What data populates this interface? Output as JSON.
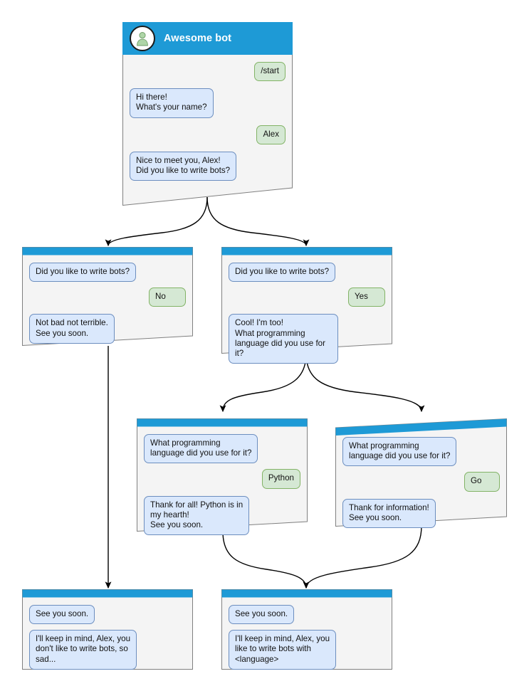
{
  "diagram": {
    "title": "Awesome bot conversation flow",
    "type": "bot-dialog-flowchart",
    "colors": {
      "header_blue": "#1e9ad6",
      "node_body": "#f4f4f4",
      "node_border": "#808080",
      "bot_bubble_fill": "#dae8fc",
      "bot_bubble_border": "#6c8ebf",
      "user_bubble_fill": "#d5e8d4",
      "user_bubble_border": "#82b366",
      "edge_stroke": "#000000",
      "avatar_person": "#aed5a7"
    }
  },
  "nodes": [
    {
      "id": "start",
      "name": "start-node",
      "has_avatar": true,
      "bot_name": "Awesome bot",
      "messages": [
        {
          "from": "user",
          "text": "/start"
        },
        {
          "from": "bot",
          "text": "Hi there!\nWhat's your name?"
        },
        {
          "from": "user",
          "text": "Alex"
        },
        {
          "from": "bot",
          "text": "Nice to meet you, Alex!\nDid you like to write bots?"
        }
      ]
    },
    {
      "id": "answer-no",
      "name": "answer-no-node",
      "has_avatar": false,
      "bot_name": "",
      "messages": [
        {
          "from": "bot",
          "text": "Did you like to write bots?"
        },
        {
          "from": "user",
          "text": "No"
        },
        {
          "from": "bot",
          "text": "Not bad not terrible.\nSee you soon."
        }
      ]
    },
    {
      "id": "answer-yes",
      "name": "answer-yes-node",
      "has_avatar": false,
      "bot_name": "",
      "messages": [
        {
          "from": "bot",
          "text": "Did you like to write bots?"
        },
        {
          "from": "user",
          "text": "Yes"
        },
        {
          "from": "bot",
          "text": "Cool! I'm too!\nWhat programming\nlanguage did you use for it?"
        }
      ]
    },
    {
      "id": "lang-python",
      "name": "language-python-node",
      "has_avatar": false,
      "bot_name": "",
      "messages": [
        {
          "from": "bot",
          "text": "What programming\nlanguage did you use for it?"
        },
        {
          "from": "user",
          "text": "Python"
        },
        {
          "from": "bot",
          "text": "Thank for all! Python is in\nmy hearth!\nSee you soon."
        }
      ]
    },
    {
      "id": "lang-go",
      "name": "language-go-node",
      "has_avatar": false,
      "bot_name": "",
      "messages": [
        {
          "from": "bot",
          "text": "What programming\nlanguage did you use for it?"
        },
        {
          "from": "user",
          "text": "Go"
        },
        {
          "from": "bot",
          "text": "Thank for information!\nSee you soon."
        }
      ]
    },
    {
      "id": "end-sad",
      "name": "end-sad-node",
      "has_avatar": false,
      "bot_name": "",
      "messages": [
        {
          "from": "bot",
          "text": "See you soon."
        },
        {
          "from": "bot",
          "text": "I'll keep in mind, Alex, you\ndon't like to write bots, so\nsad..."
        }
      ]
    },
    {
      "id": "end-happy",
      "name": "end-happy-node",
      "has_avatar": false,
      "bot_name": "",
      "messages": [
        {
          "from": "bot",
          "text": "See you soon."
        },
        {
          "from": "bot",
          "text": "I'll keep in mind, Alex, you\nlike to write bots with\n<language>"
        }
      ]
    }
  ],
  "edges": [
    {
      "name": "edge-start-to-no",
      "from": "start",
      "to": "answer-no"
    },
    {
      "name": "edge-start-to-yes",
      "from": "start",
      "to": "answer-yes"
    },
    {
      "name": "edge-no-to-end-sad",
      "from": "answer-no",
      "to": "end-sad"
    },
    {
      "name": "edge-yes-to-python",
      "from": "answer-yes",
      "to": "lang-python"
    },
    {
      "name": "edge-yes-to-go",
      "from": "answer-yes",
      "to": "lang-go"
    },
    {
      "name": "edge-python-to-end-happy",
      "from": "lang-python",
      "to": "end-happy"
    },
    {
      "name": "edge-go-to-end-happy",
      "from": "lang-go",
      "to": "end-happy"
    }
  ]
}
